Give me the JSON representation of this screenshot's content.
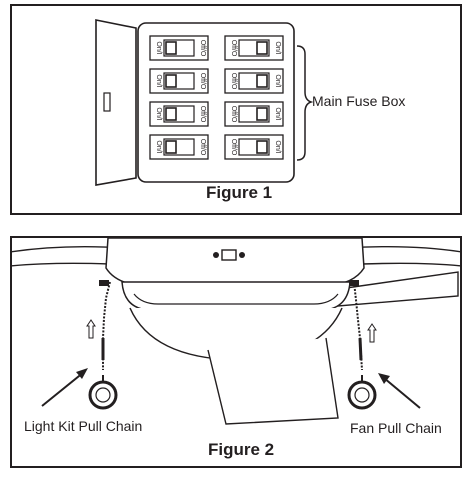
{
  "figure1": {
    "caption": "Figure 1",
    "label": "Main Fuse Box",
    "breakers": {
      "left_column_text": [
        "On/I",
        "Off/O"
      ],
      "right_column_text": [
        "Off/O",
        "On/I"
      ]
    }
  },
  "figure2": {
    "caption": "Figure 2",
    "left_label": "Light Kit Pull Chain",
    "right_label": "Fan Pull Chain"
  }
}
